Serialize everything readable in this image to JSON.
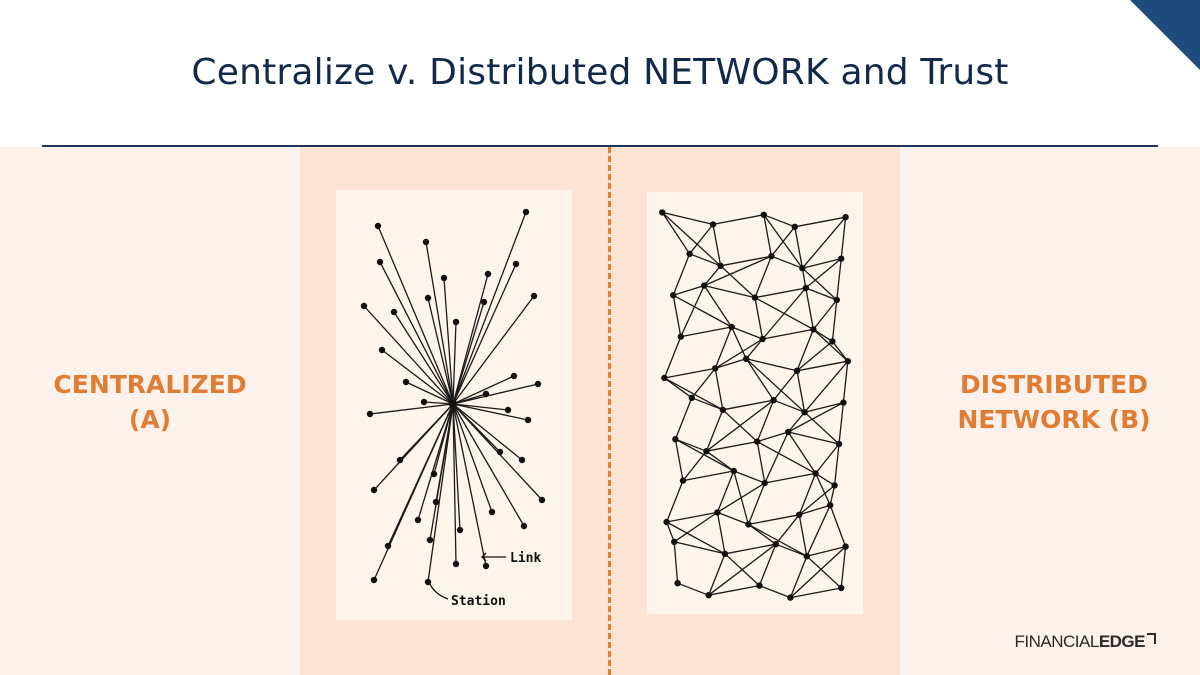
{
  "title": "Centralize v. Distributed NETWORK and Trust",
  "left_label": {
    "line1": "CENTRALIZED",
    "line2": "(A)"
  },
  "right_label": {
    "line1": "DISTRIBUTED",
    "line2": "NETWORK (B)"
  },
  "centralized_diagram": {
    "link_label": "Link",
    "station_label": "Station"
  },
  "logo": {
    "light": "FINANCIAL",
    "bold": "EDGE"
  },
  "colors": {
    "title": "#13294b",
    "accent": "#e07d35",
    "band": "#fdf1ec",
    "panel": "#fbe4d4",
    "corner": "#1f4a7d"
  }
}
